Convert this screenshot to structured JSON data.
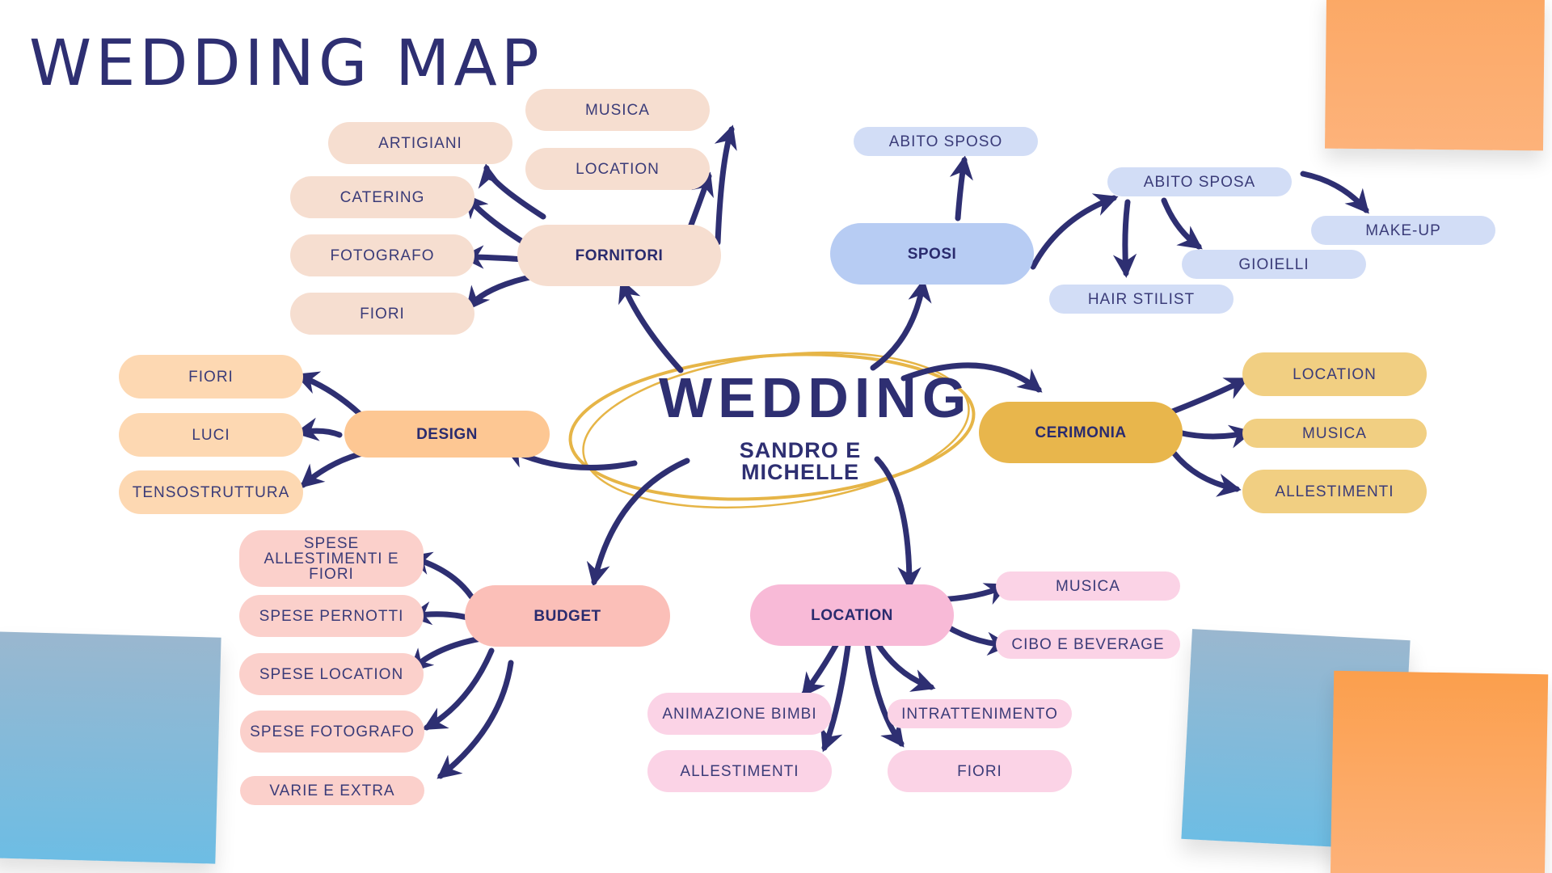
{
  "title": "WEDDING MAP",
  "center": {
    "title": "WEDDING",
    "subtitle": "SANDRO E MICHELLE"
  },
  "colors": {
    "ink": "#2e2f72",
    "ellipse": "#e6b547"
  },
  "branches": {
    "fornitori": {
      "label": "FORNITORI",
      "items": [
        "MUSICA",
        "LOCATION",
        "ARTIGIANI",
        "CATERING",
        "FOTOGRAFO",
        "FIORI"
      ]
    },
    "sposi": {
      "label": "SPOSI",
      "items": [
        "ABITO SPOSO",
        "ABITO SPOSA",
        "MAKE-UP",
        "GIOIELLI",
        "HAIR STILIST"
      ]
    },
    "cerimonia": {
      "label": "CERIMONIA",
      "items": [
        "LOCATION",
        "MUSICA",
        "ALLESTIMENTI"
      ]
    },
    "design": {
      "label": "DESIGN",
      "items": [
        "FIORI",
        "LUCI",
        "TENSOSTRUTTURA"
      ]
    },
    "budget": {
      "label": "BUDGET",
      "items": [
        "SPESE ALLESTIMENTI E FIORI",
        "SPESE PERNOTTI",
        "SPESE LOCATION",
        "SPESE FOTOGRAFO",
        "VARIE E EXTRA"
      ]
    },
    "location": {
      "label": "LOCATION",
      "items": [
        "MUSICA",
        "CIBO E BEVERAGE",
        "INTRATTENIMENTO",
        "ANIMAZIONE BIMBI",
        "ALLESTIMENTI",
        "FIORI"
      ]
    }
  }
}
